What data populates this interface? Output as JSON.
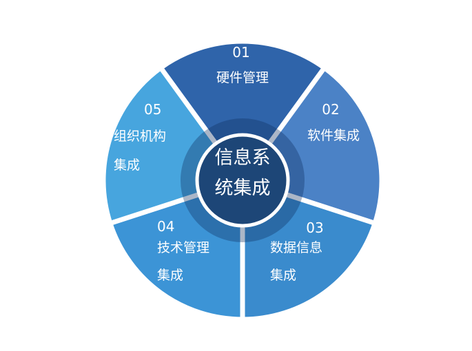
{
  "center": {
    "line1": "信息系",
    "line2": "统集成",
    "color": "#1d4677"
  },
  "segments": [
    {
      "num": "01",
      "line1": "硬件管理",
      "line2": "",
      "color": "#2f64aa"
    },
    {
      "num": "02",
      "line1": "软件集成",
      "line2": "",
      "color": "#4b82c6"
    },
    {
      "num": "03",
      "line1": "数据信息",
      "line2": "集成",
      "color": "#3a8bcd"
    },
    {
      "num": "04",
      "line1": "技术管理",
      "line2": "集成",
      "color": "#3c94d6"
    },
    {
      "num": "05",
      "line1": "组织机构",
      "line2": "集成",
      "color": "#47a5de"
    }
  ]
}
